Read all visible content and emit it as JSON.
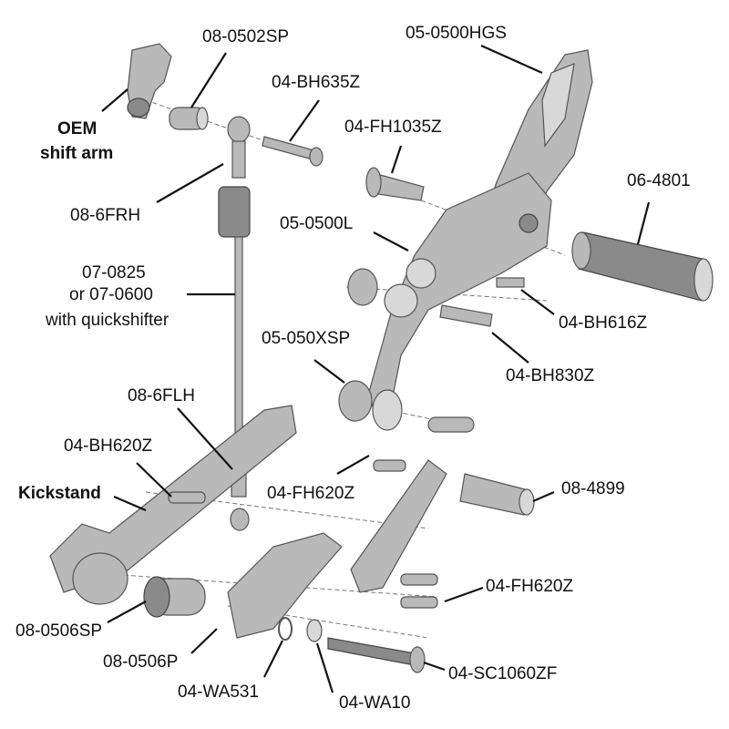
{
  "labels": {
    "p08_0502SP": "08-0502SP",
    "p04_BH635Z": "04-BH635Z",
    "oem_line1": "OEM",
    "oem_line2": "shift arm",
    "p04_FH1035Z": "04-FH1035Z",
    "p05_0500HGS": "05-0500HGS",
    "p06_4801": "06-4801",
    "p08_6FRH": "08-6FRH",
    "p05_0500L": "05-0500L",
    "rod_line1": "07-0825",
    "rod_line2": "or 07-0600",
    "rod_line3": "with quickshifter",
    "p04_BH616Z": "04-BH616Z",
    "p05_050XSP": "05-050XSP",
    "p04_BH830Z": "04-BH830Z",
    "p08_6FLH": "08-6FLH",
    "p04_BH620Z": "04-BH620Z",
    "kickstand": "Kickstand",
    "p04_FH620Z_a": "04-FH620Z",
    "p08_4899": "08-4899",
    "p04_FH620Z_b": "04-FH620Z",
    "p08_0506SP": "08-0506SP",
    "p08_0506P": "08-0506P",
    "p04_SC1060ZF": "04-SC1060ZF",
    "p04_WA531": "04-WA531",
    "p04_WA10": "04-WA10"
  }
}
